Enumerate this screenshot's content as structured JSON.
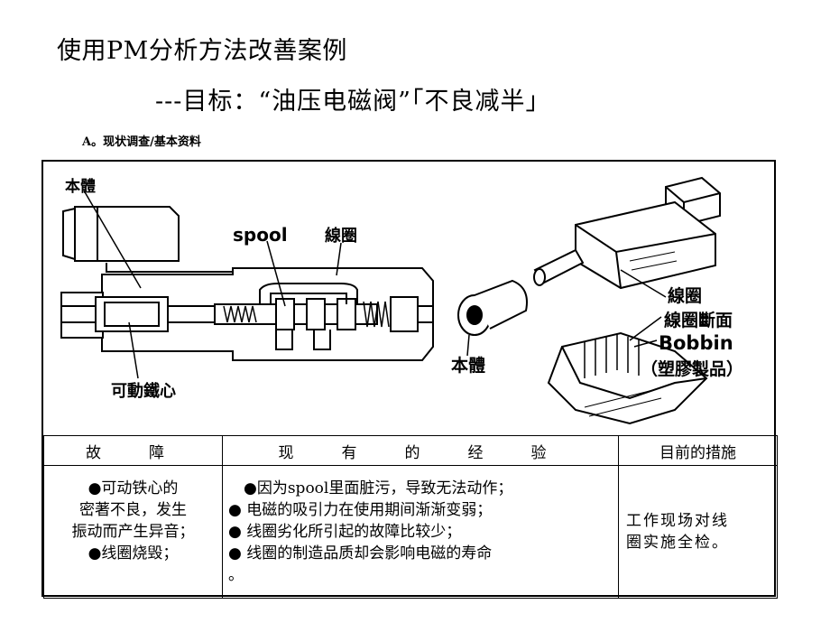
{
  "header": {
    "title": "使用PM分析方法改善案例",
    "subtitle": "---目标：“油压电磁阀”「不良减半」",
    "section": "A。现状调查/基本资料"
  },
  "figure": {
    "left_labels": {
      "body": "本體",
      "spool": "spool",
      "coil": "線圈",
      "core": "可動鐵心"
    },
    "right_labels": {
      "coil": "線圈",
      "coil_section": "線圈斷面",
      "bobbin": "Bobbin",
      "bobbin_note": "（塑膠製品）",
      "body": "本體"
    }
  },
  "table": {
    "headers": [
      "故　障",
      "现　有　的　经　验",
      "目前的措施"
    ],
    "faults": [
      "●可动铁心的",
      "密著不良，发生",
      "振动而产生异音；",
      "●线圈烧毁；"
    ],
    "experience": [
      "　●因为spool里面脏污，导致无法动作；",
      "● 电磁的吸引力在使用期间渐渐变弱；",
      "● 线圈劣化所引起的故障比较少；",
      "● 线圈的制造品质却会影响电磁的寿命",
      "。"
    ],
    "measures": [
      "工作现场对线",
      "圈实施全检。"
    ]
  }
}
